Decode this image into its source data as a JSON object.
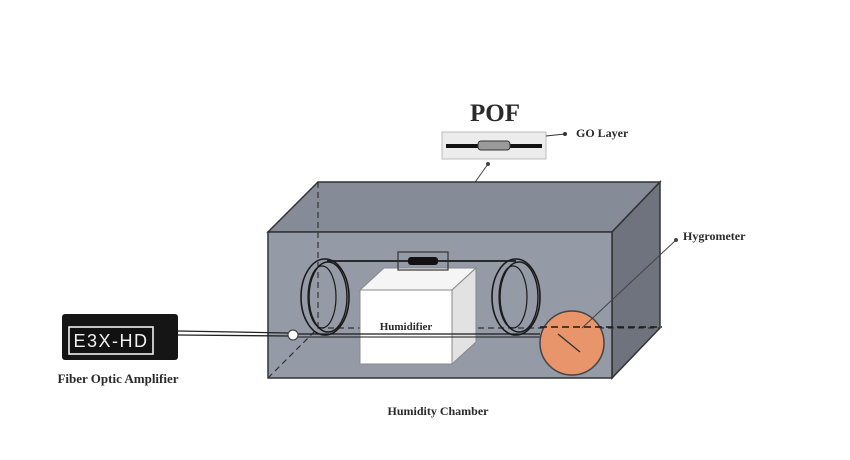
{
  "labels": {
    "pof": "POF",
    "go_layer": "GO Layer",
    "hygrometer": "Hygrometer",
    "humidifier": "Humidifier",
    "humidity_chamber": "Humidity Chamber",
    "amplifier_display": "E3X-HD",
    "amplifier": "Fiber Optic Amplifier"
  },
  "colors": {
    "chamber_front": "#949aa6",
    "chamber_top": "#858b97",
    "chamber_side": "#6e737d",
    "hygrometer_fill": "#e8956b",
    "amplifier_body": "#151515"
  },
  "icons": {
    "amplifier": "fiber-optic-amplifier-icon",
    "hygrometer": "hygrometer-dial-icon"
  }
}
